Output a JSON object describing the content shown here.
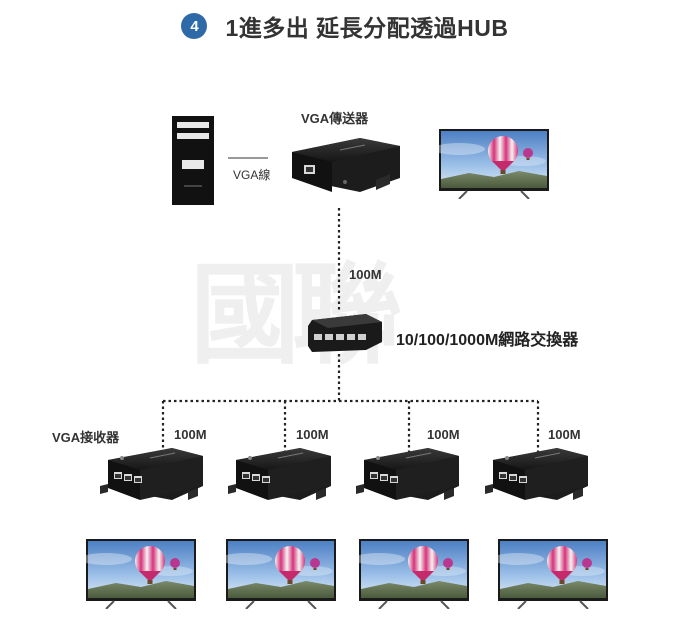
{
  "header": {
    "step_number": "4",
    "title": "1進多出 延長分配透過HUB"
  },
  "labels": {
    "sender": "VGA傳送器",
    "vga_cable": "VGA線",
    "link_to_switch": "100M",
    "switch": "10/100/1000M網路交換器",
    "receiver": "VGA接收器",
    "rx_links": [
      "100M",
      "100M",
      "100M",
      "100M"
    ]
  },
  "watermark": "國聯",
  "colors": {
    "badge": "#2f6aa8",
    "device": "#1c1c1c",
    "screen_sky": "#5d8fcf",
    "balloon": "#d8327a"
  }
}
